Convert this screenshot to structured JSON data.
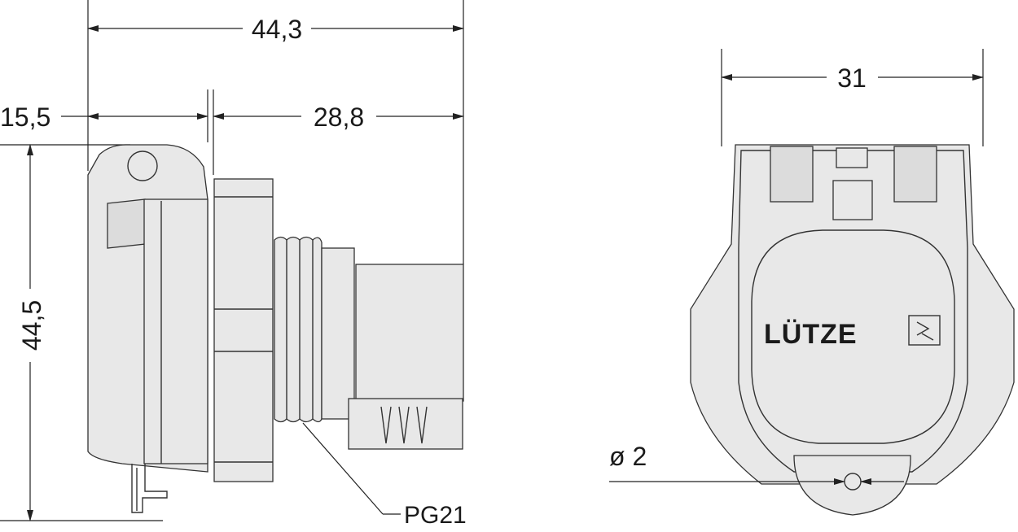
{
  "dimensions": {
    "overall_length": "44,3",
    "cap_length": "15,5",
    "body_length": "28,8",
    "height": "44,5",
    "width": "31",
    "hole_diameter": "ø 2"
  },
  "labels": {
    "thread": "PG21",
    "brand": "LÜTZE"
  },
  "colors": {
    "line": "#222222",
    "fill": "#e8e8e8",
    "background": "#ffffff"
  }
}
